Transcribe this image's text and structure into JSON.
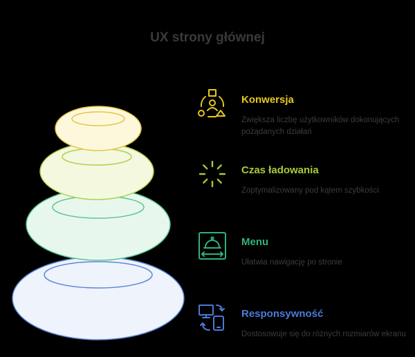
{
  "title": "UX strony głównej",
  "colors": {
    "konwersja": "#e8c81c",
    "czas": "#a8cc3a",
    "menu": "#2fb27a",
    "responsywnosc": "#4a7bd8"
  },
  "items": [
    {
      "icon": "user-shapes-icon",
      "heading": "Konwersja",
      "description": "Zwiększa liczbę użytkowników dokonujących pożądanych działań"
    },
    {
      "icon": "loading-spinner-icon",
      "heading": "Czas ładowania",
      "description": "Zoptymalizowany pod kątem szybkości"
    },
    {
      "icon": "menu-cloche-icon",
      "heading": "Menu",
      "description": "Ułatwia nawigację po stronie"
    },
    {
      "icon": "responsive-devices-icon",
      "heading": "Responsywność",
      "description": "Dostosowuje się do różnych rozmiarów ekranu"
    }
  ]
}
